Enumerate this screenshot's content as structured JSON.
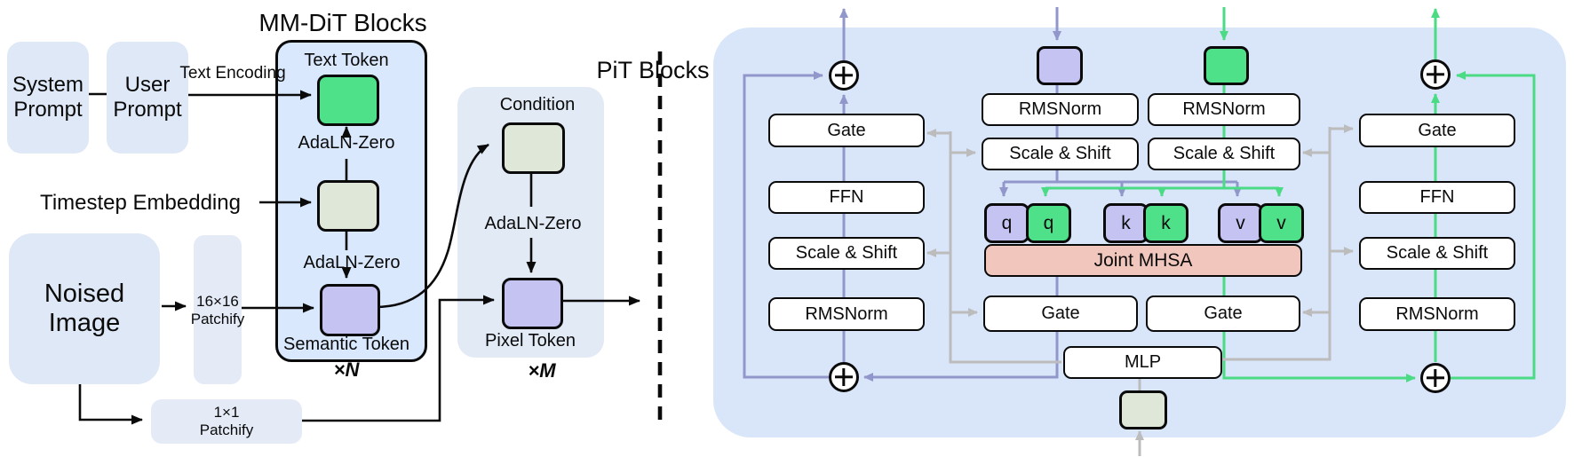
{
  "colors": {
    "right_panel_blue": "#d9e6fa",
    "mmdit_panel_blue": "#d9e8fd",
    "pit_panel_gray_blue": "#e2eaf6",
    "soft_box_blue": "#dfe8f6",
    "token_purple": "#c4c3f1",
    "token_green": "#4ee18a",
    "token_sage": "#dfe7d8",
    "mhsa_pink": "#f0c6bd",
    "arrow_purple": "#9297cb",
    "arrow_green": "#4bdb84",
    "arrow_gray": "#bcbcbc",
    "line_black": "#0a0a0a"
  },
  "icons": {
    "add": "plus-in-circle"
  },
  "left": {
    "system_prompt": "System Prompt",
    "user_prompt": "User Prompt",
    "text_encoding_label": "Text Encoding",
    "timestep_embedding": "Timestep Embedding",
    "noised_image": "Noised Image",
    "patchify_16_line1": "16×16",
    "patchify_16_line2": "Patchify",
    "patchify_1_line1": "1×1",
    "patchify_1_line2": "Patchify"
  },
  "mmdit": {
    "title": "MM-DiT Blocks",
    "text_token_label": "Text Token",
    "adaln_zero_top": "AdaLN-Zero",
    "adaln_zero_bottom": "AdaLN-Zero",
    "semantic_token_label": "Semantic Token",
    "repeat_label": "×N"
  },
  "pit": {
    "title": "PiT Blocks",
    "condition_label": "Condition",
    "adaln_zero": "AdaLN-Zero",
    "pixel_token_label": "Pixel Token",
    "repeat_label": "×M"
  },
  "right_panel": {
    "left_column": {
      "gate": "Gate",
      "ffn": "FFN",
      "scale_shift": "Scale & Shift",
      "rmsnorm": "RMSNorm"
    },
    "right_column": {
      "gate": "Gate",
      "ffn": "FFN",
      "scale_shift": "Scale & Shift",
      "rmsnorm": "RMSNorm"
    },
    "center": {
      "rmsnorm_left": "RMSNorm",
      "rmsnorm_right": "RMSNorm",
      "scale_shift_left": "Scale & Shift",
      "scale_shift_right": "Scale & Shift",
      "qkv": [
        "q",
        "q",
        "k",
        "k",
        "v",
        "v"
      ],
      "joint_mhsa": "Joint MHSA",
      "gate_left": "Gate",
      "gate_right": "Gate",
      "mlp": "MLP"
    }
  }
}
